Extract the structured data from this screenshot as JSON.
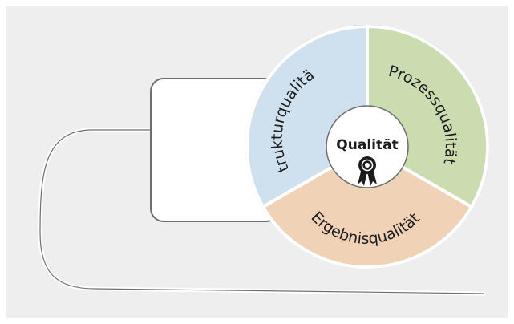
{
  "diagram": {
    "center_label": "Qualität",
    "center_icon": "award-rosette-icon",
    "segments": [
      {
        "id": "struktur",
        "label": "Strukturqualität",
        "color": "#cfe0ef"
      },
      {
        "id": "prozess",
        "label": "Prozessqualität",
        "color": "#cbdcb0"
      },
      {
        "id": "ergebnis",
        "label": "Ergebnisqualität",
        "color": "#f0d3b7"
      }
    ],
    "colors": {
      "background": "#eeeeee",
      "outline": "#6e6e6e",
      "shape_fill": "#ffffff",
      "text": "#1c1c1c"
    }
  }
}
